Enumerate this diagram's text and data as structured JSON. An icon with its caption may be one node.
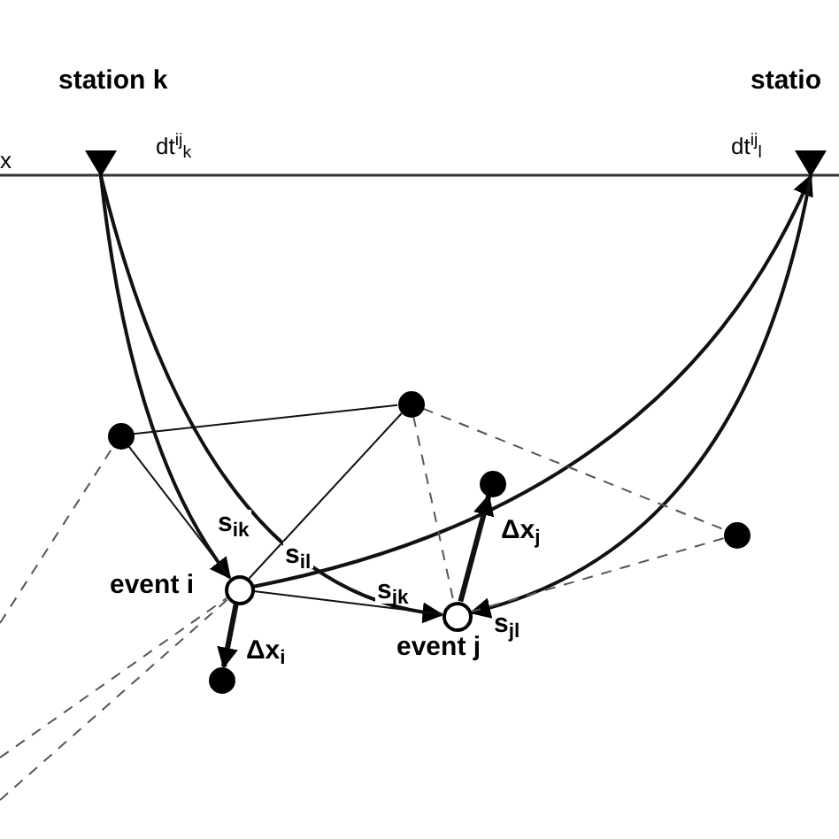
{
  "diagram": {
    "nodes": [
      {
        "text": [],
        "shape": "triangle",
        "beside": [
          "station k"
        ]
      },
      {
        "text": [],
        "shape": "triangle",
        "beside": [
          "statio"
        ]
      },
      {
        "text": [],
        "shape": "circle",
        "beside": [
          "event i"
        ]
      },
      {
        "text": [],
        "shape": "circle",
        "beside": [
          "event j"
        ]
      },
      {
        "text": [],
        "shape": "circle"
      },
      {
        "text": [],
        "shape": "circle"
      },
      {
        "text": [],
        "shape": "circle"
      },
      {
        "text": [],
        "shape": "circle"
      },
      {
        "text": [],
        "shape": "circle"
      }
    ],
    "edges": [
      {
        "from": 0,
        "to": 2,
        "arrow": "to",
        "label": "s$_{ik}$"
      },
      {
        "from": 2,
        "to": 1,
        "arrow": "to",
        "label": "s$_{il}$"
      },
      {
        "from": 0,
        "to": 3,
        "arrow": "to",
        "label": "s$_{jk}$"
      },
      {
        "from": 1,
        "to": 3,
        "arrow": "to",
        "label": "s$_{jl}$"
      },
      {
        "from": 2,
        "to": 6,
        "arrow": "to",
        "style": "thick",
        "label": "Δx$_{i}$"
      },
      {
        "from": 3,
        "to": 7,
        "arrow": "to",
        "style": "thick",
        "label": "Δx$_{j}$"
      },
      {
        "from": 4,
        "to": 2,
        "arrow": "none"
      },
      {
        "from": 4,
        "to": 5,
        "arrow": "none"
      },
      {
        "from": 5,
        "to": 2,
        "arrow": "none"
      },
      {
        "from": 2,
        "to": 3,
        "arrow": "none"
      },
      {
        "from": 5,
        "to": 3,
        "arrow": "none",
        "style": "dashed"
      },
      {
        "from": 5,
        "to": 8,
        "arrow": "none",
        "style": "dashed"
      },
      {
        "from": 8,
        "to": 3,
        "arrow": "none",
        "style": "dashed"
      },
      {
        "from": null,
        "to": 4,
        "arrow": "none",
        "style": "dashed"
      },
      {
        "from": null,
        "to": 2,
        "arrow": "none",
        "style": "dashed"
      },
      {
        "from": null,
        "to": 2,
        "arrow": "none",
        "style": "dashed"
      }
    ],
    "labels": [
      "x",
      "dt$^{ij}$$_{k}$",
      "dt$^{ij}$$_{l}$"
    ]
  }
}
